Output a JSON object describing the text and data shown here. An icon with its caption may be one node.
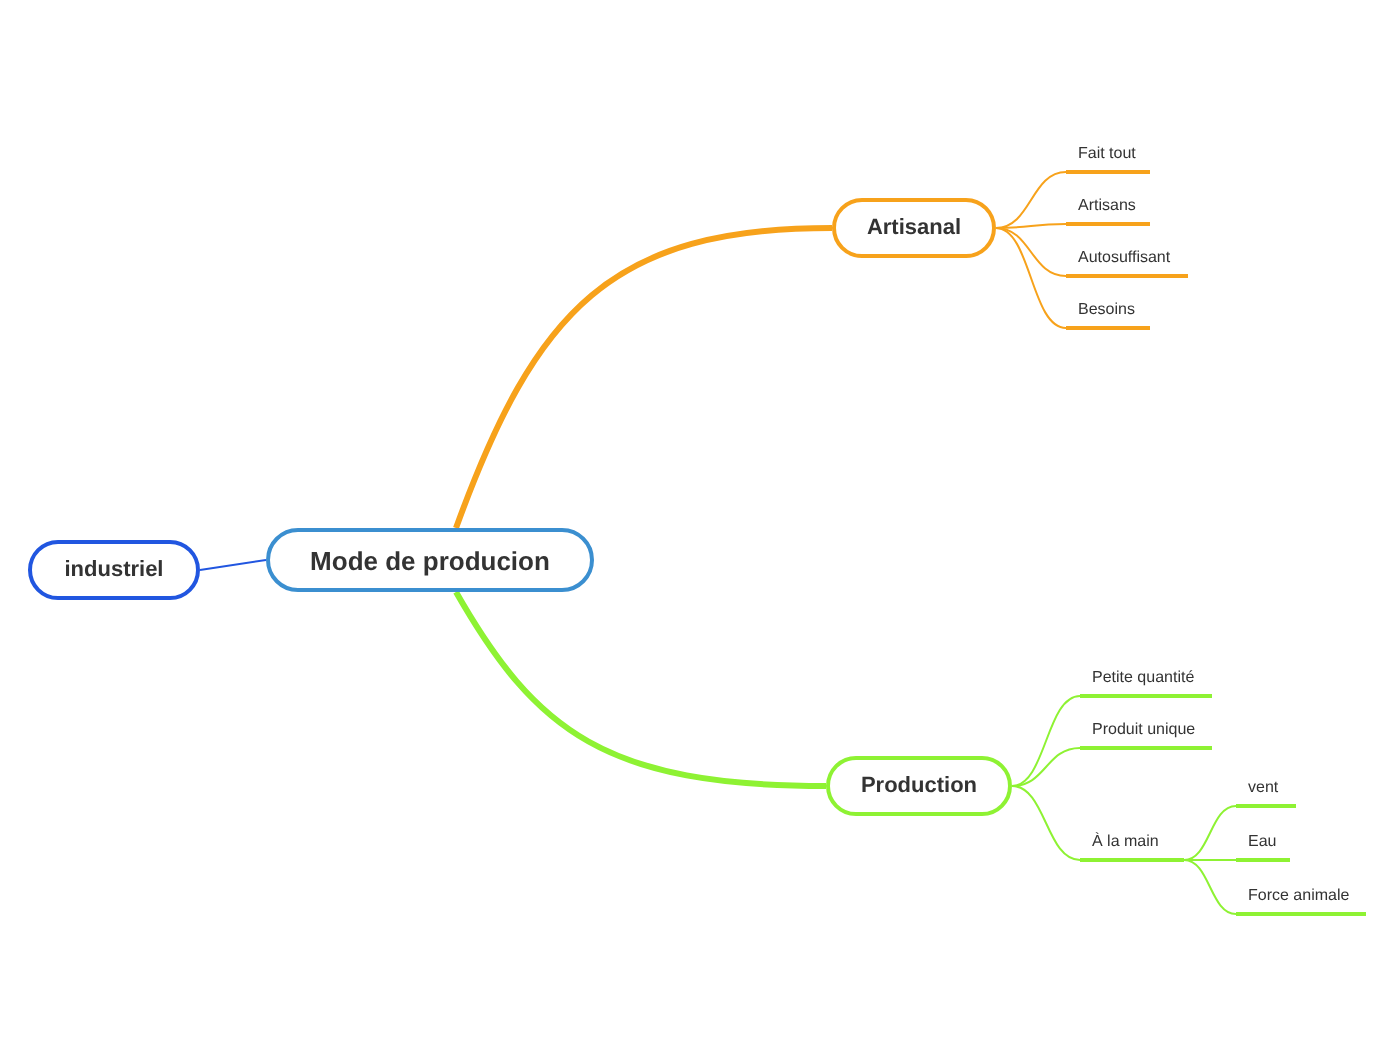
{
  "diagram": {
    "nodes": [
      {
        "text": [
          "Mode de producion"
        ]
      },
      {
        "text": [
          "industriel"
        ]
      },
      {
        "text": [
          "Artisanal"
        ]
      },
      {
        "text": [
          "Fait tout"
        ]
      },
      {
        "text": [
          "Artisans"
        ]
      },
      {
        "text": [
          "Autosuffisant"
        ]
      },
      {
        "text": [
          "Besoins"
        ]
      },
      {
        "text": [
          "Production"
        ]
      },
      {
        "text": [
          "Petite quantité"
        ]
      },
      {
        "text": [
          "Produit unique"
        ]
      },
      {
        "text": [
          "À la main"
        ]
      },
      {
        "text": [
          "vent"
        ]
      },
      {
        "text": [
          "Eau"
        ]
      },
      {
        "text": [
          "Force animale"
        ]
      }
    ],
    "edges": [
      {
        "from": 0,
        "to": 1,
        "arrow": "none",
        "color": "#2156e0"
      },
      {
        "from": 0,
        "to": 2,
        "arrow": "none",
        "color": "#f7a21b",
        "style": "thick"
      },
      {
        "from": 2,
        "to": 3,
        "arrow": "none",
        "color": "#f7a21b"
      },
      {
        "from": 2,
        "to": 4,
        "arrow": "none",
        "color": "#f7a21b"
      },
      {
        "from": 2,
        "to": 5,
        "arrow": "none",
        "color": "#f7a21b"
      },
      {
        "from": 2,
        "to": 6,
        "arrow": "none",
        "color": "#f7a21b"
      },
      {
        "from": 0,
        "to": 7,
        "arrow": "none",
        "color": "#8ef233",
        "style": "thick"
      },
      {
        "from": 7,
        "to": 8,
        "arrow": "none",
        "color": "#8ef233"
      },
      {
        "from": 7,
        "to": 9,
        "arrow": "none",
        "color": "#8ef233"
      },
      {
        "from": 7,
        "to": 10,
        "arrow": "none",
        "color": "#8ef233"
      },
      {
        "from": 10,
        "to": 11,
        "arrow": "none",
        "color": "#8ef233"
      },
      {
        "from": 10,
        "to": 12,
        "arrow": "none",
        "color": "#8ef233"
      },
      {
        "from": 10,
        "to": 13,
        "arrow": "none",
        "color": "#8ef233"
      }
    ]
  }
}
